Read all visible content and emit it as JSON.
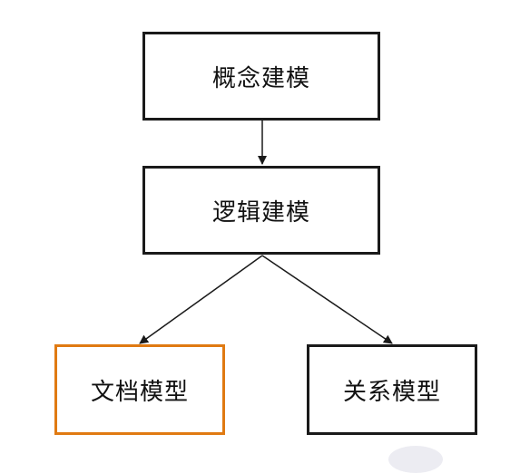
{
  "colors": {
    "line": "#1a1a1a",
    "highlight_border": "#e07a12",
    "background": "#ffffff"
  },
  "nodes": {
    "concept": {
      "label": "概念建模"
    },
    "logic": {
      "label": "逻辑建模"
    },
    "doc": {
      "label": "文档模型",
      "highlighted": true
    },
    "rel": {
      "label": "关系模型"
    }
  },
  "edges": [
    {
      "from": "concept",
      "to": "logic"
    },
    {
      "from": "logic",
      "to": "doc"
    },
    {
      "from": "logic",
      "to": "rel"
    }
  ]
}
